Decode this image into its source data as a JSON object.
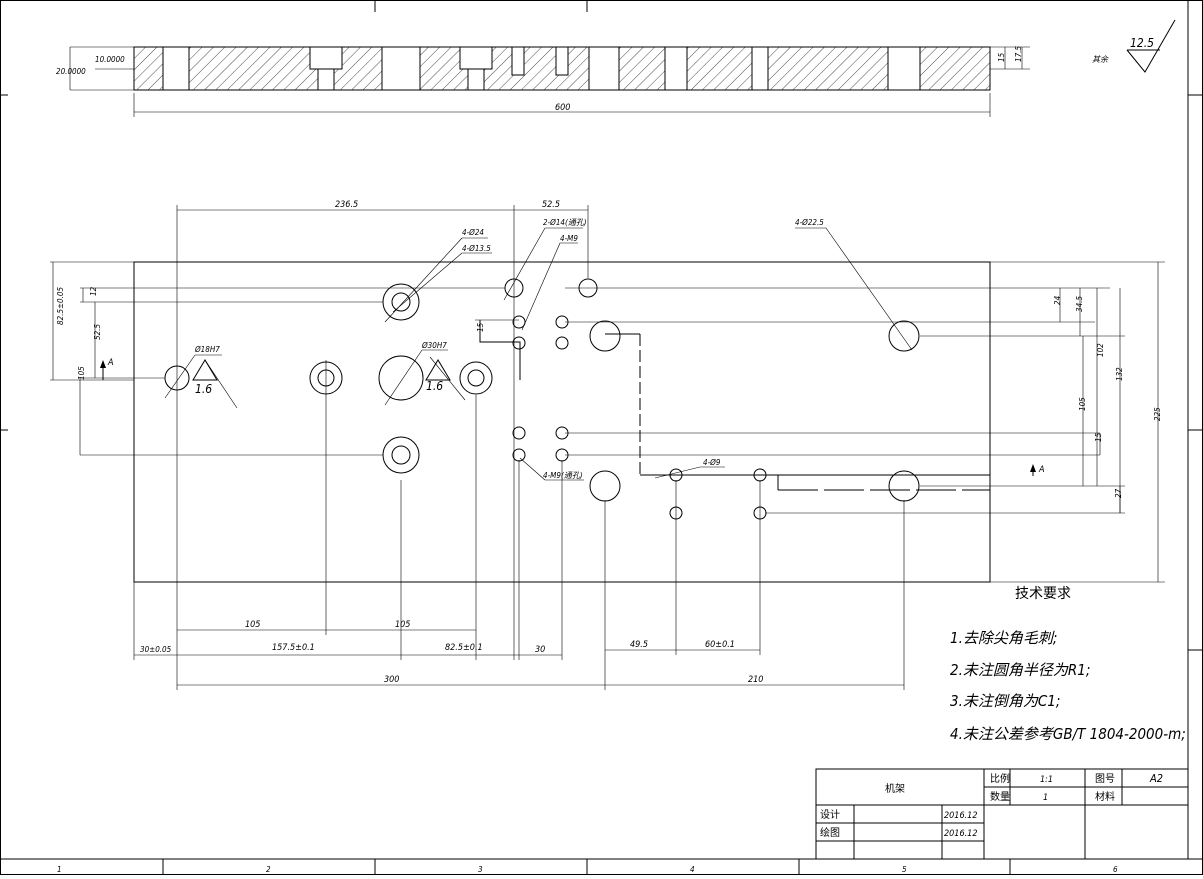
{
  "drawing": {
    "side_view": {
      "thickness": "20.0000",
      "step": "10.0000",
      "width": "600",
      "right_dim_a": "15",
      "right_dim_b": "17.5"
    },
    "roughness": {
      "label": "其余",
      "value": "12.5"
    },
    "dims_top": {
      "d1": "236.5",
      "d2": "52.5"
    },
    "hole_callouts": {
      "c24": "4-Ø24",
      "c135": "4-Ø13.5",
      "c14": "2-Ø14(通孔)",
      "cm9": "4-M9",
      "c225": "4-Ø22.5",
      "c18": "Ø18H7",
      "c30": "Ø30H7",
      "cm9b": "4-M9(通孔)",
      "c9": "4-Ø9"
    },
    "finish": {
      "f1": "1.6",
      "f2": "1.6"
    },
    "datum": {
      "a1": "A",
      "a2": "A"
    },
    "dims_left": {
      "l1": "82.5±0.05",
      "l2": "12",
      "l3": "52.5",
      "l4": "105",
      "l5": "15"
    },
    "dims_right": {
      "r1": "24",
      "r2": "34.5",
      "r3": "102",
      "r4": "132",
      "r5": "105",
      "r6": "15",
      "r7": "27",
      "r8": "225"
    },
    "dims_bottom": {
      "b1": "105",
      "b2": "105",
      "b3": "30±0.05",
      "b4": "157.5±0.1",
      "b5": "82.5±0.1",
      "b6": "30",
      "b7": "49.5",
      "b8": "60±0.1",
      "b9": "300",
      "b10": "210"
    },
    "tech": {
      "title": "技术要求",
      "n1": "1.去除尖角毛刺;",
      "n2": "2.未注圆角半径为R1;",
      "n3": "3.未注倒角为C1;",
      "n4": "4.未注公差参考GB/T 1804-2000-m;"
    },
    "title_block": {
      "part": "机架",
      "scale_label": "比例",
      "scale": "1:1",
      "drawing_no_label": "图号",
      "drawing_no": "A2",
      "qty_label": "数量",
      "qty": "1",
      "material_label": "材料",
      "design_label": "设计",
      "design_date": "2016.12",
      "draw_label": "绘图",
      "draw_date": "2016.12"
    },
    "zones": [
      "1",
      "2",
      "3",
      "4",
      "5",
      "6"
    ]
  }
}
